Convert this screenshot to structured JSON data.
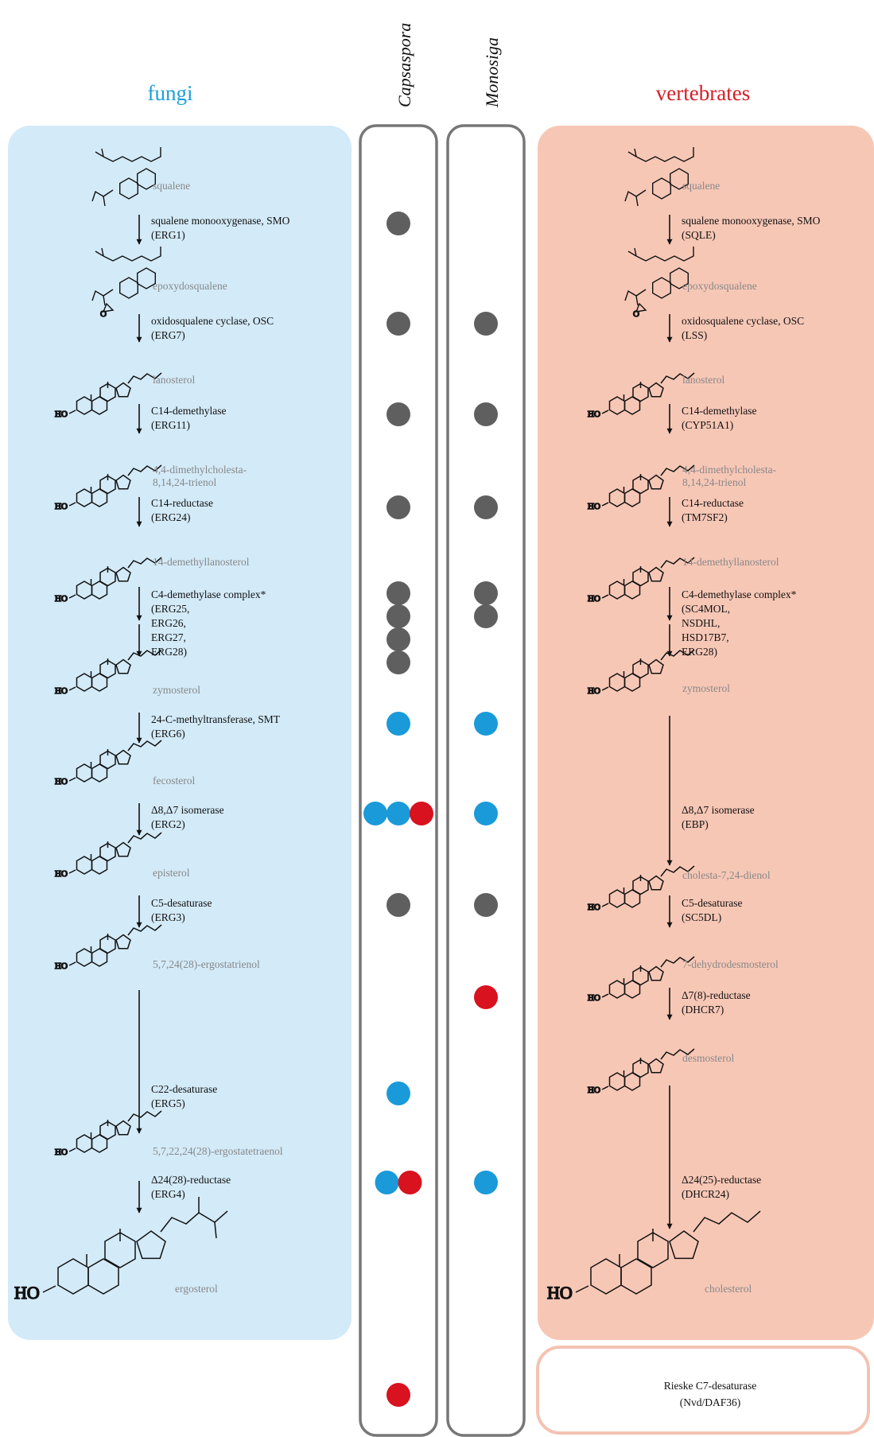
{
  "headers": {
    "fungi": "fungi",
    "capsaspora": "Capsaspora",
    "monosiga": "Monosiga",
    "vertebrates": "vertebrates"
  },
  "colors": {
    "fungi_text": "#1aa0dc",
    "vertebrates_text": "#d41e26",
    "fungi_panel": "#d3eaf8",
    "vertebrates_panel": "#f7c7b6",
    "dot_gray": "#5f5f5f",
    "dot_blue": "#1a9ad9",
    "dot_red": "#d8121f",
    "column_border": "#777777"
  },
  "ho_label": "HO",
  "fungi_pathway": {
    "compounds": [
      "squalene",
      "epoxydosqualene",
      "lanosterol",
      "4,4-dimethylcholesta-\n8,14,24-trienol",
      "14-demethyllanosterol",
      "zymosterol",
      "fecosterol",
      "episterol",
      "5,7,24(28)-ergostatrienol",
      "5,7,22,24(28)-ergostatetraenol",
      "ergosterol"
    ],
    "enzymes": [
      [
        "squalene monooxygenase, SMO",
        "(ERG1)"
      ],
      [
        "oxidosqualene cyclase, OSC",
        "(ERG7)"
      ],
      [
        "C14-demethylase",
        "(ERG11)"
      ],
      [
        "C14-reductase",
        "(ERG24)"
      ],
      [
        "C4-demethylase complex*",
        "  (ERG25,",
        "  ERG26,",
        "  ERG27,",
        "  ERG28)"
      ],
      [
        "24-C-methyltransferase, SMT",
        "(ERG6)"
      ],
      [
        "Δ8,Δ7 isomerase",
        "(ERG2)"
      ],
      [
        "C5-desaturase",
        "(ERG3)"
      ],
      [
        "C22-desaturase",
        "(ERG5)"
      ],
      [
        "Δ24(28)-reductase",
        "(ERG4)"
      ]
    ]
  },
  "vertebrate_pathway": {
    "compounds": [
      "squalene",
      "epoxydosqualene",
      "lanosterol",
      "4,4-dimethylcholesta-\n8,14,24-trienol",
      "14-demethyllanosterol",
      "zymosterol",
      "cholesta-7,24-dienol",
      "7-dehydrodesmosterol",
      "desmosterol",
      "cholesterol"
    ],
    "enzymes": [
      [
        "squalene monooxygenase, SMO",
        "(SQLE)"
      ],
      [
        "oxidosqualene cyclase, OSC",
        "(LSS)"
      ],
      [
        "C14-demethylase",
        "(CYP51A1)"
      ],
      [
        "C14-reductase",
        "(TM7SF2)"
      ],
      [
        "C4-demethylase complex*",
        "  (SC4MOL,",
        "  NSDHL,",
        "  HSD17B7,",
        "  ERG28)"
      ],
      [
        "Δ8,Δ7 isomerase",
        "(EBP)"
      ],
      [
        "C5-desaturase",
        "(SC5DL)"
      ],
      [
        "Δ7(8)-reductase",
        "(DHCR7)"
      ],
      [
        "Δ24(25)-reductase",
        "(DHCR24)"
      ]
    ]
  },
  "rieske_box": [
    "Rieske C7-desaturase",
    "(Nvd/DAF36)"
  ],
  "capsaspora_dots": [
    {
      "row": 1,
      "colors": [
        "gray"
      ]
    },
    {
      "row": 2,
      "colors": [
        "gray"
      ]
    },
    {
      "row": 3,
      "colors": [
        "gray"
      ]
    },
    {
      "row": 4,
      "colors": [
        "gray"
      ]
    },
    {
      "row": 5,
      "colors": [
        "gray",
        "gray",
        "gray",
        "gray"
      ],
      "stacked": true
    },
    {
      "row": 6,
      "colors": [
        "blue"
      ]
    },
    {
      "row": 7,
      "colors": [
        "blue",
        "blue",
        "red"
      ]
    },
    {
      "row": 8,
      "colors": [
        "gray"
      ]
    },
    {
      "row": 10,
      "colors": [
        "blue"
      ]
    },
    {
      "row": 11,
      "colors": [
        "blue",
        "red"
      ]
    },
    {
      "row": 12,
      "colors": [
        "red"
      ]
    }
  ],
  "monosiga_dots": [
    {
      "row": 2,
      "colors": [
        "gray"
      ]
    },
    {
      "row": 3,
      "colors": [
        "gray"
      ]
    },
    {
      "row": 4,
      "colors": [
        "gray"
      ]
    },
    {
      "row": 5,
      "colors": [
        "gray",
        "gray"
      ],
      "stacked": true
    },
    {
      "row": 6,
      "colors": [
        "blue"
      ]
    },
    {
      "row": 7,
      "colors": [
        "blue"
      ]
    },
    {
      "row": 8,
      "colors": [
        "gray"
      ]
    },
    {
      "row": 9,
      "colors": [
        "red"
      ]
    },
    {
      "row": 11,
      "colors": [
        "blue"
      ]
    }
  ]
}
